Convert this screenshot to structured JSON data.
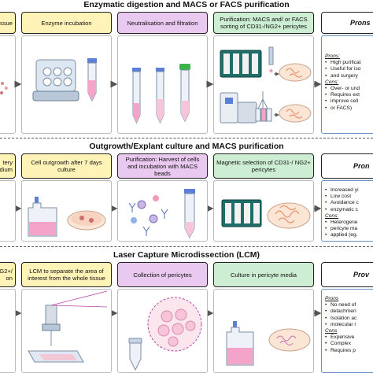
{
  "section1": {
    "title": "Enzymatic digestion and MACS or FACS purification",
    "left_label": "issue",
    "steps": [
      "Enzyme incubation",
      "Neutralisation and filtration",
      "Purification: MACS and/ or FACS sorting of CD31-/NG2+ pericytes"
    ],
    "pros_header": "Prons",
    "prons_label": "Prons:",
    "prons": [
      "High purificat",
      "Useful for iso",
      "and surgery"
    ],
    "cons_label": "Cons:",
    "cons": [
      "Over- or und",
      "Requires ext",
      "improve cell",
      "or FACS)"
    ]
  },
  "section2": {
    "title": "Outgrowth/Explant culture and MACS purification",
    "left_label": [
      "tery",
      "dium"
    ],
    "steps": [
      "Cell outgrowth after 7 days culture",
      "Purification: Harvest of cells and incubation with MACS beads",
      "Magnetic selection of CD31-/ NG2+ pericytes"
    ],
    "pros_header": "Pron",
    "prons": [
      "Increased yi",
      "Low cost",
      "Avoidance c",
      "enzymatic c"
    ],
    "cons_label": "Cons:",
    "cons": [
      "Heterogene",
      "pericyte ma",
      "applied (eg."
    ]
  },
  "section3": {
    "title": "Laser Capture Microdissection (LCM)",
    "left_label": [
      "NG2+/",
      "on"
    ],
    "steps": [
      "LCM to separate the area of interest from the whole tissue",
      "Collection of pericytes",
      "Culture in pericyte media"
    ],
    "pros_header": "Prov",
    "prons_label": "Prons",
    "prons": [
      "No need of",
      "detachmen",
      "Isolation ac",
      "molecular r"
    ],
    "cons_label": "Cons",
    "cons": [
      "Expensive",
      "Complex",
      "Requires p"
    ]
  },
  "colors": {
    "yellow_header": "#fff3b8",
    "purple_header": "#e9c9ef",
    "green_header": "#cdeed2",
    "arrow": "#555555",
    "pros_border": "#6c8ec7"
  }
}
